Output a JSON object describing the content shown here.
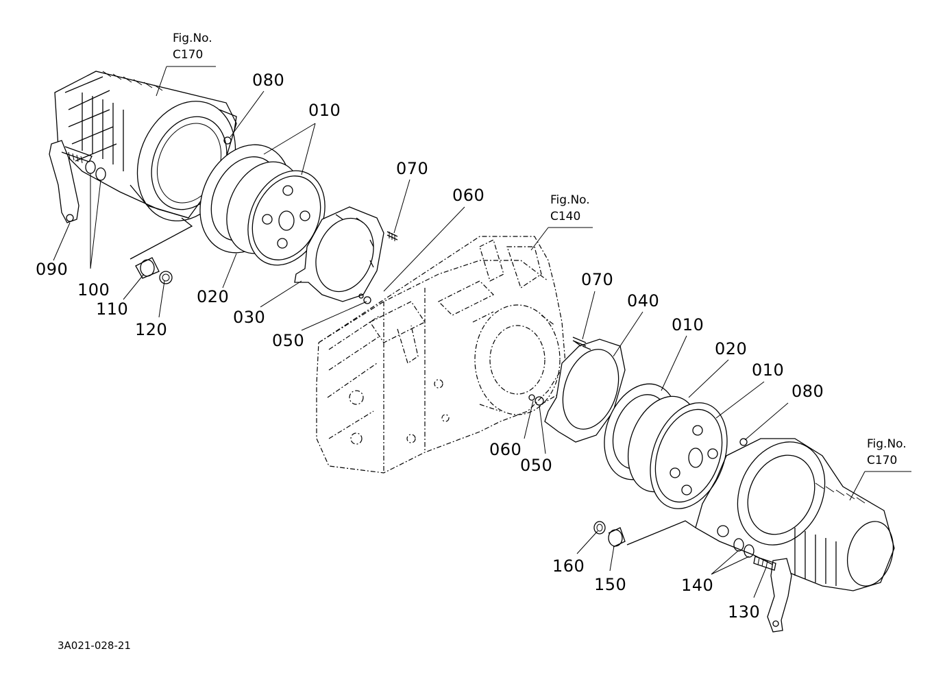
{
  "figure_refs": {
    "top_left": {
      "line1": "Fig.No.",
      "line2": "C170"
    },
    "middle": {
      "line1": "Fig.No.",
      "line2": "C140"
    },
    "bottom_right": {
      "line1": "Fig.No.",
      "line2": "C170"
    }
  },
  "part_labels": {
    "p080_top": "080",
    "p010_top": "010",
    "p070_top": "070",
    "p060_top": "060",
    "p090": "090",
    "p100": "100",
    "p110": "110",
    "p120": "120",
    "p020_left": "020",
    "p030": "030",
    "p050_top": "050",
    "p070_right": "070",
    "p040": "040",
    "p010_right1": "010",
    "p020_right": "020",
    "p010_right2": "010",
    "p080_right": "080",
    "p060_bottom": "060",
    "p050_bottom": "050",
    "p160": "160",
    "p150": "150",
    "p140": "140",
    "p130": "130"
  },
  "drawing_code": "3A021-028-21"
}
